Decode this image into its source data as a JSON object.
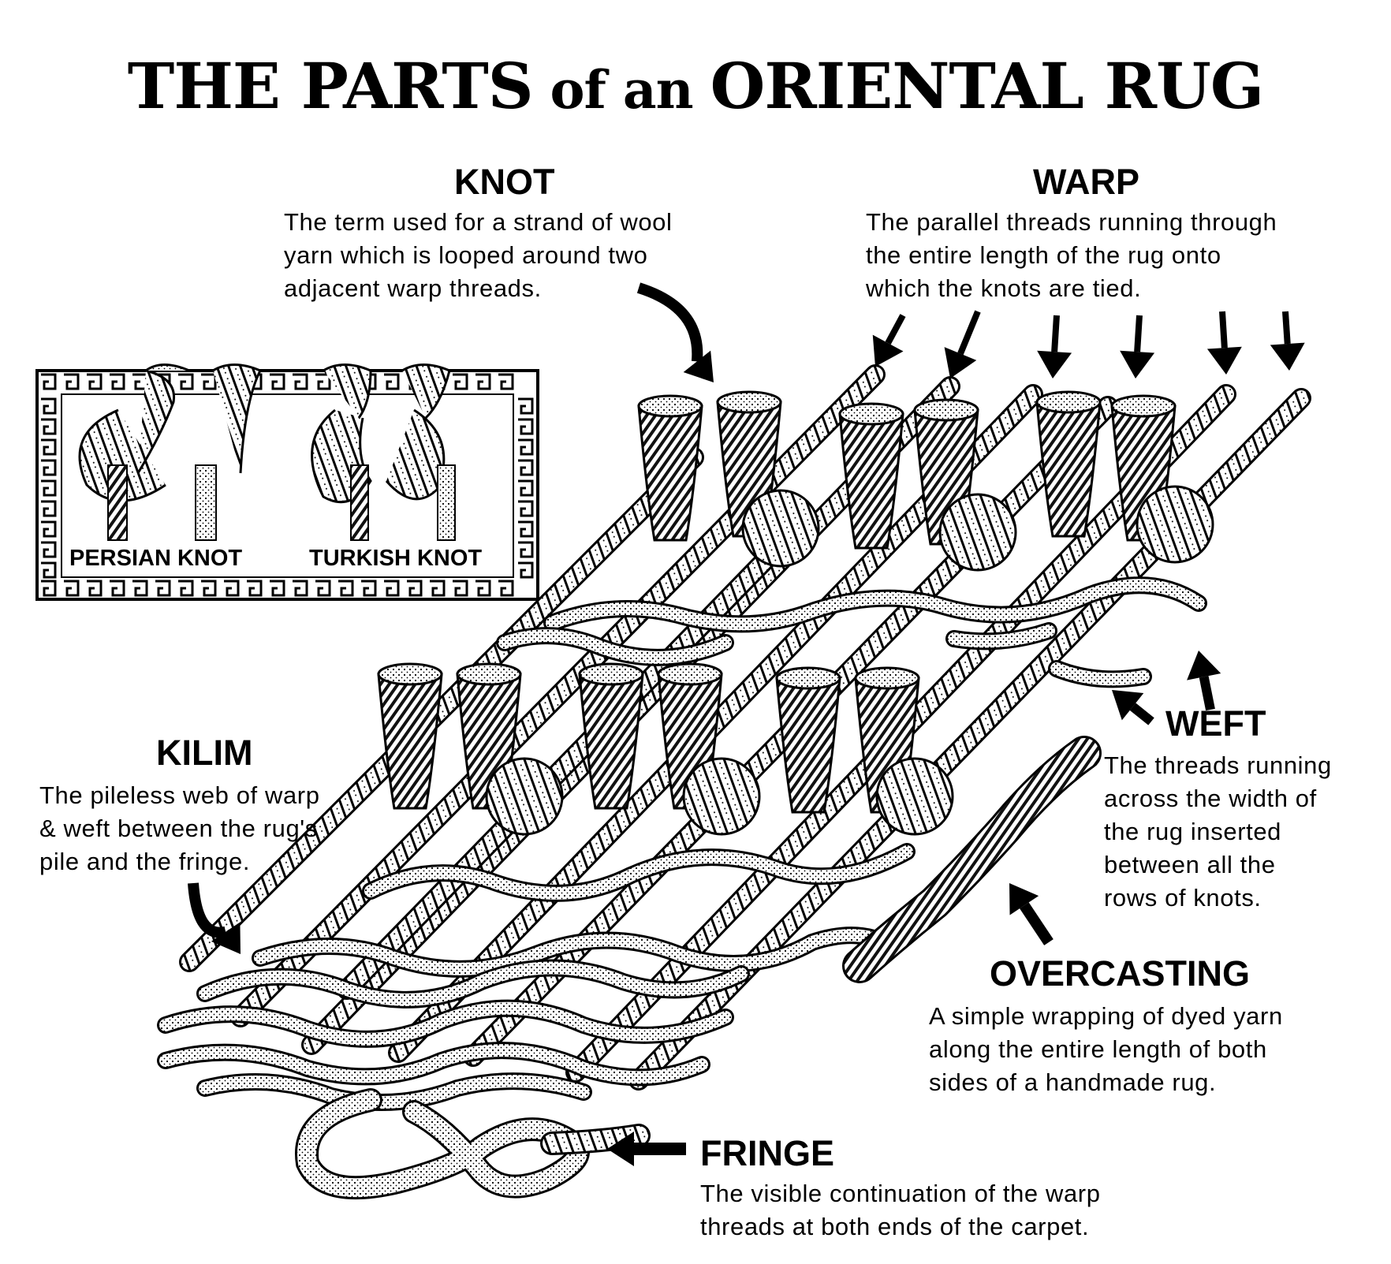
{
  "title": {
    "part1": "THE PARTS",
    "part2": " of an ",
    "part3": "ORIENTAL RUG"
  },
  "sections": {
    "knot": {
      "heading": "KNOT",
      "description": "The term used for a strand of wool\nyarn which is looped around two\nadjacent warp threads."
    },
    "warp": {
      "heading": "WARP",
      "description": "The parallel threads running through\nthe entire length of the rug onto\nwhich the knots are tied."
    },
    "weft": {
      "heading": "WEFT",
      "description": "The threads running\nacross the width of\nthe rug inserted\nbetween all the\nrows of knots."
    },
    "kilim": {
      "heading": "KILIM",
      "description": "The pileless web of warp\n& weft between the rug's\npile and the fringe."
    },
    "overcasting": {
      "heading": "OVERCASTING",
      "description": "A simple wrapping of dyed yarn\nalong the entire length of both\nsides of a  handmade rug."
    },
    "fringe": {
      "heading": "FRINGE",
      "description": "The visible continuation of the warp\nthreads at both ends of the carpet."
    }
  },
  "knot_types": {
    "persian": "PERSIAN KNOT",
    "turkish": "TURKISH KNOT"
  }
}
